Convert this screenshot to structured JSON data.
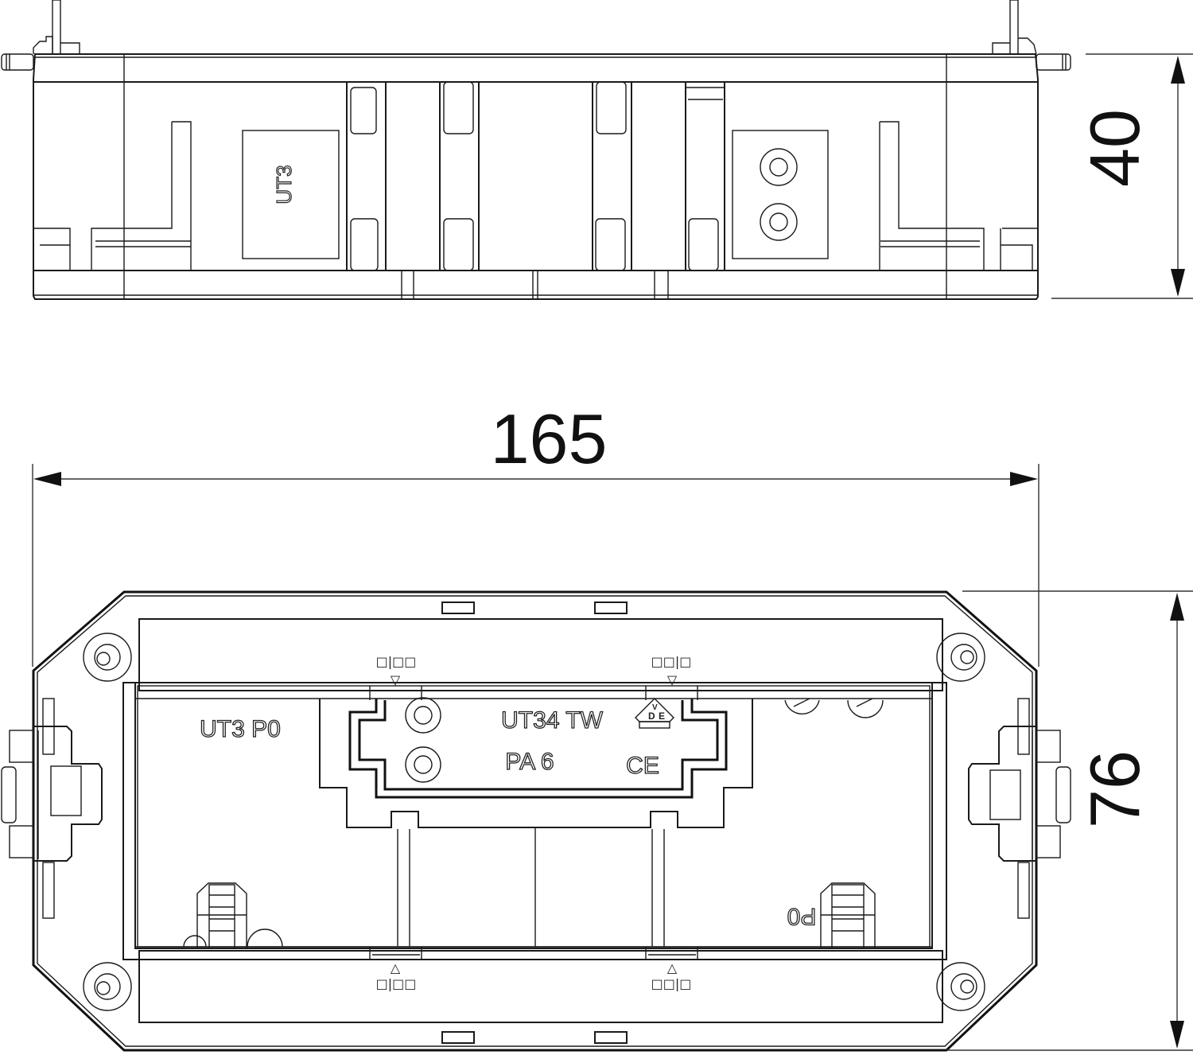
{
  "drawing": {
    "title": "Technical dimension drawing of a UT3 P0 installation unit (side and top views)",
    "units": "mm",
    "colors": {
      "line": "#1a1a1a",
      "background": "#ffffff"
    }
  },
  "side_view": {
    "label_ut3": "UT3",
    "height_dimension": "40",
    "connector_holes": 2
  },
  "top_view": {
    "width_dimension": "165",
    "depth_dimension": "76",
    "label_left": "UT3 P0",
    "label_center_line1": "UT34 TW",
    "label_center_line2": "PA 6",
    "label_right_mirrored": "P0",
    "cert_marks": [
      "VDE",
      "CE"
    ],
    "vde_letters": {
      "v": "V",
      "d": "D",
      "e": "E"
    },
    "ce_mark": "CE",
    "position_markers": {
      "top_left": "□|□□",
      "top_right": "□□|□",
      "bottom_left": "□|□□",
      "bottom_right": "□□|□",
      "arrow_down": "▽",
      "arrow_up": "△"
    },
    "screw_count": 4
  }
}
